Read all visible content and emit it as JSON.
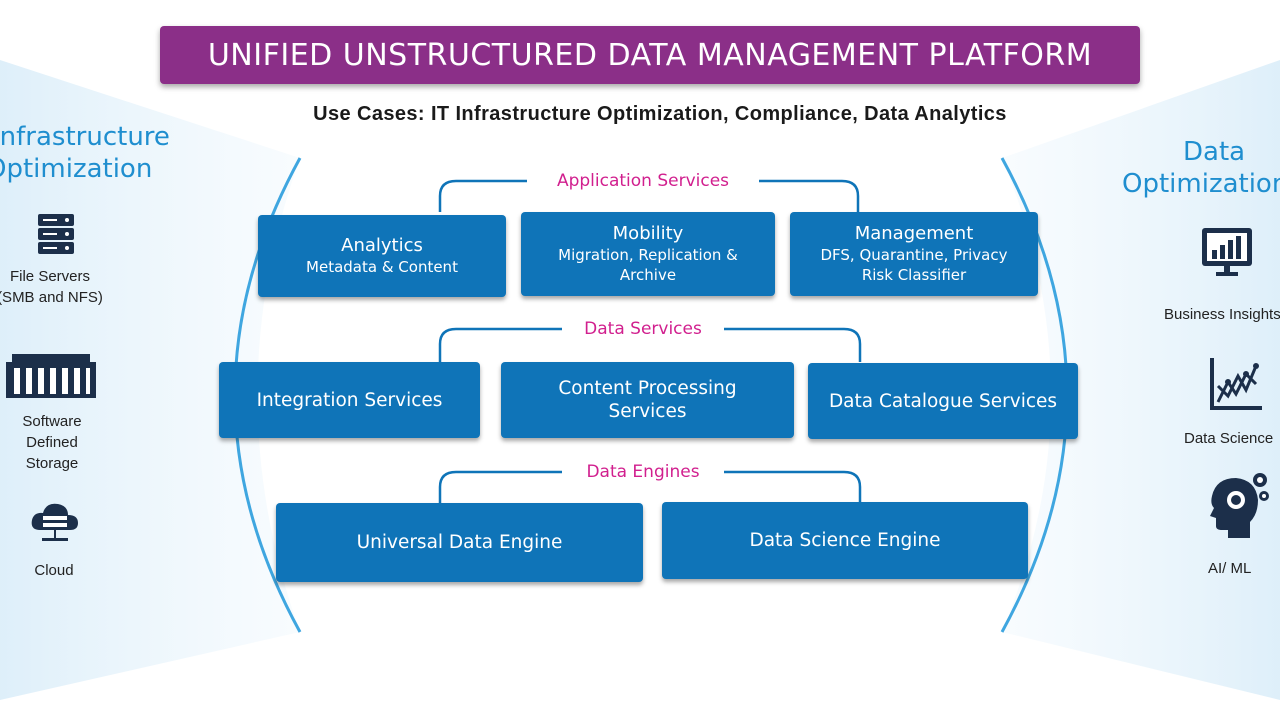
{
  "title": "UNIFIED UNSTRUCTURED DATA MANAGEMENT PLATFORM",
  "subtitle": "Use Cases: IT Infrastructure Optimization, Compliance, Data Analytics",
  "left_panel": {
    "title_line1": "Infrastructure",
    "title_line2": "Optimization",
    "items": [
      {
        "icon": "server-rack-icon",
        "label_lines": [
          "File Servers",
          "(SMB and NFS)"
        ]
      },
      {
        "icon": "storage-building-icon",
        "label_lines": [
          "Software",
          "Defined",
          "Storage"
        ]
      },
      {
        "icon": "cloud-server-icon",
        "label_lines": [
          "Cloud"
        ]
      }
    ]
  },
  "right_panel": {
    "title_line1": "Data",
    "title_line2": "Optimization",
    "items": [
      {
        "icon": "bar-chart-monitor-icon",
        "label": "Business Insights"
      },
      {
        "icon": "line-chart-icon",
        "label": "Data Science"
      },
      {
        "icon": "head-gears-icon",
        "label": "AI/ ML"
      }
    ]
  },
  "groups": {
    "application": {
      "label": "Application Services",
      "boxes": [
        {
          "title": "Analytics",
          "lines": [
            "Metadata & Content"
          ]
        },
        {
          "title": "Mobility",
          "lines": [
            "Migration, Replication &",
            "Archive"
          ]
        },
        {
          "title": "Management",
          "lines": [
            "DFS, Quarantine, Privacy",
            "Risk Classifier"
          ]
        }
      ]
    },
    "data_services": {
      "label": "Data Services",
      "boxes": [
        {
          "lines": [
            "Integration Services"
          ]
        },
        {
          "lines": [
            "Content Processing",
            "Services"
          ]
        },
        {
          "lines": [
            "Data Catalogue Services"
          ]
        }
      ]
    },
    "data_engines": {
      "label": "Data Engines",
      "boxes": [
        {
          "lines": [
            "Universal Data Engine"
          ]
        },
        {
          "lines": [
            "Data Science Engine"
          ]
        }
      ]
    }
  },
  "colors": {
    "title_bg": "#8b2f88",
    "box_bg": "#0f74b8",
    "side_title": "#1f8ecf",
    "group_label": "#d11f8e",
    "icon": "#1c2f4a"
  }
}
